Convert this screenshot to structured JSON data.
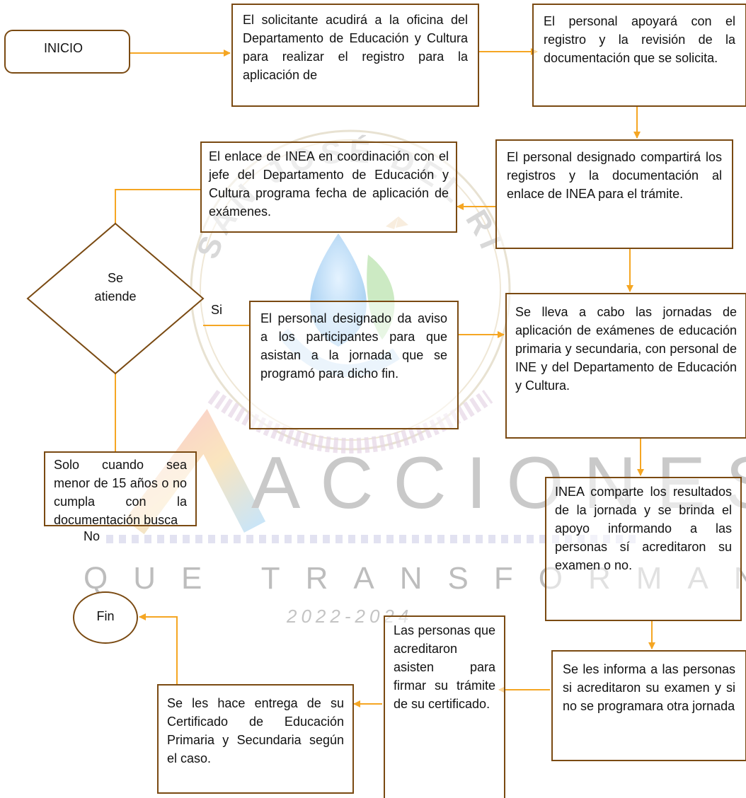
{
  "start": "INICIO",
  "end": "Fin",
  "decision": [
    "Se",
    "atiende"
  ],
  "labels": {
    "yes": "Si",
    "no": "No"
  },
  "steps": {
    "solicitante": "El solicitante acudirá a la oficina del Departamento de Educación y Cultura para realizar el registro para la aplicación de",
    "personal_apoyo": "El personal apoyará con el registro y la revisión de la documentación que se solicita.",
    "compartira": "El personal designado compartirá los registros y la documentación al enlace de INEA para el trámite.",
    "enlace_inea": "El enlace de INEA en coordinación con el jefe del Departamento de Educación y Cultura programa fecha de aplicación de exámenes.",
    "aviso": "El personal designado da aviso a los participantes para que asistan a la jornada que se programó para dicho fin.",
    "jornadas": "Se lleva a cabo las jornadas de aplicación de exámenes de educación primaria y secundaria, con personal de INE y del Departamento de Educación y Cultura.",
    "resultados": "INEA comparte los resultados de la jornada y se brinda el apoyo informando a las personas sí acreditaron su examen o no.",
    "informa": "Se les informa a las personas si acreditaron su examen y si no se programara otra jornada",
    "firmar": "Las personas que acreditaron asisten para firmar su trámite de su certificado.",
    "entrega": "Se les hace entrega de su Certificado de Educación Primaria y Secundaria según el caso.",
    "menor": "Solo cuando sea menor de 15 años o no cumpla con la documentación busca"
  },
  "watermark": {
    "ring_text": "SAN JOSÉ DEL RINCÓN",
    "line1": "ACCIONES",
    "line2": "QUE TRANSFORMAN",
    "years": "2022-2024"
  },
  "colors": {
    "arrow": "#f5a623",
    "border": "#7a4a12",
    "watermark": "#bdbdbd"
  }
}
